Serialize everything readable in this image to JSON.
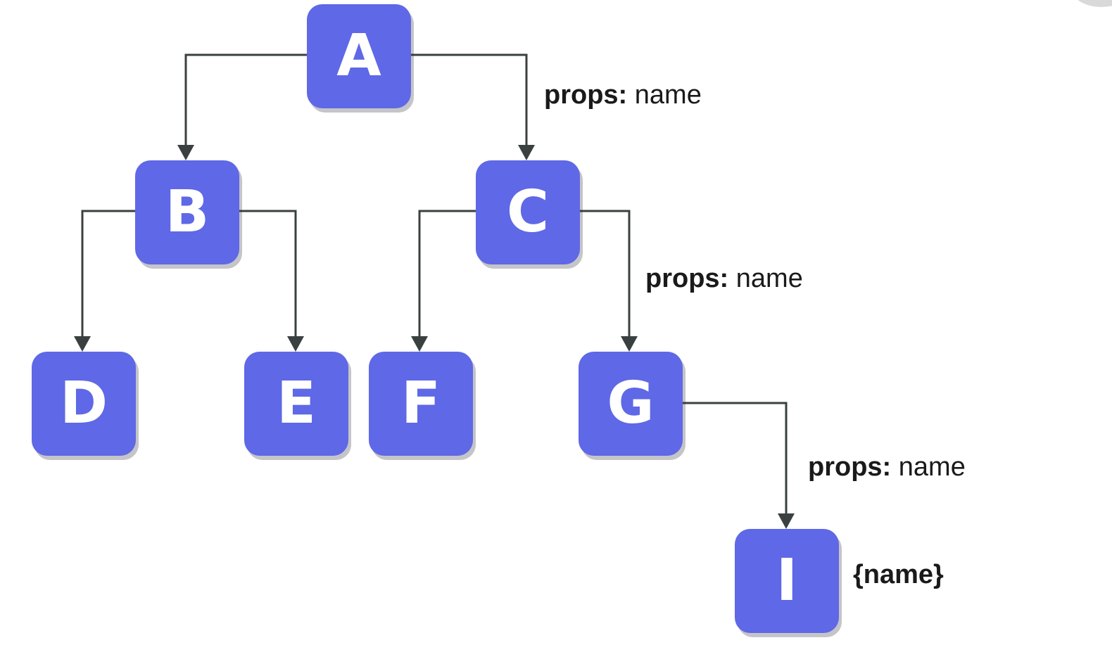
{
  "nodes": {
    "a": "A",
    "b": "B",
    "c": "C",
    "d": "D",
    "e": "E",
    "f": "F",
    "g": "G",
    "i": "I"
  },
  "edge_labels": {
    "a_to_c": {
      "key": "props:",
      "value": " name"
    },
    "c_to_g": {
      "key": "props:",
      "value": " name"
    },
    "g_to_i": {
      "key": "props:",
      "value": " name"
    }
  },
  "node_i_annotation": "{name}",
  "colors": {
    "node_fill": "#5f68e6",
    "node_text": "#ffffff",
    "connector": "#3a4040",
    "label_text": "#1a1a1a"
  }
}
